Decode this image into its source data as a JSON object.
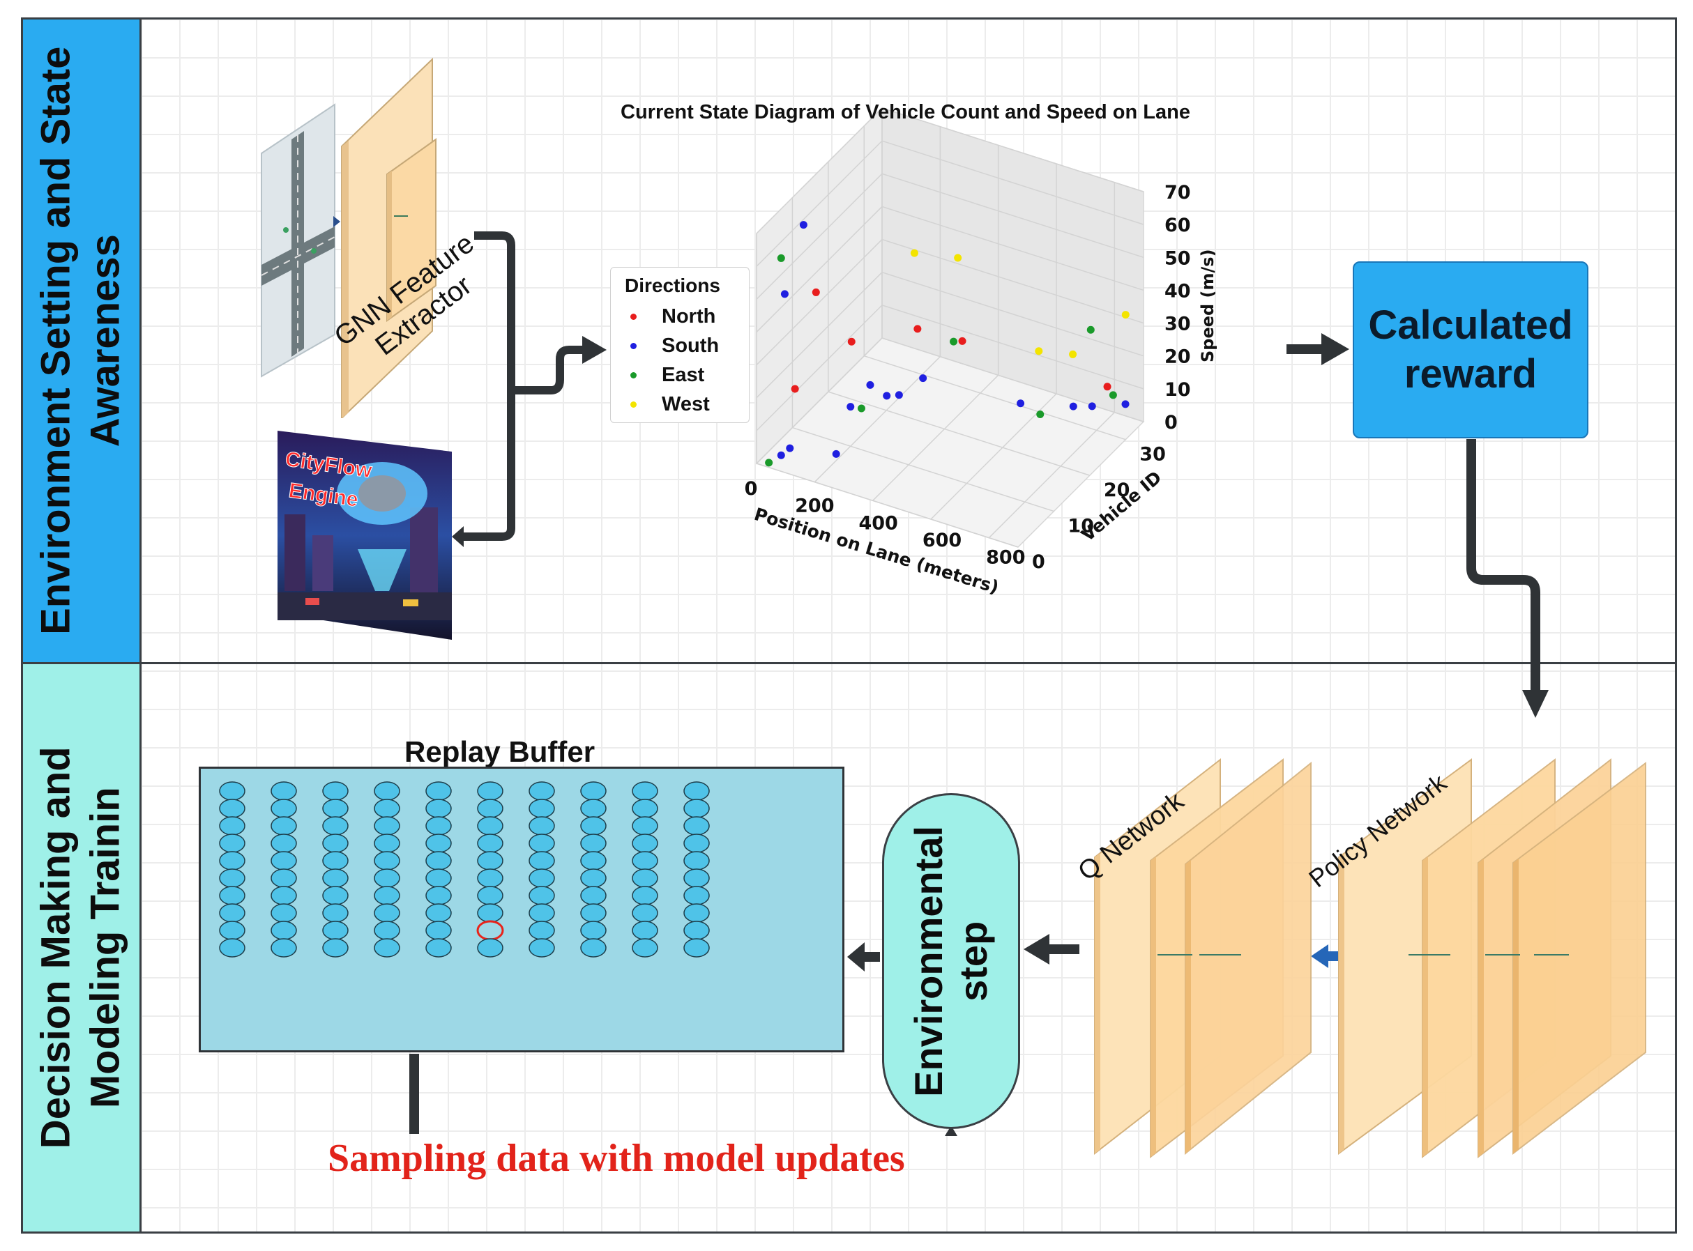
{
  "sections": {
    "top": {
      "label_lines": [
        "Environment Setting and State",
        "Awareness"
      ],
      "color": "#2aabf1"
    },
    "bottom": {
      "label_lines": [
        "Decision Making and",
        "Modeling Trainin"
      ],
      "color": "#9ff0e8"
    }
  },
  "gnn": {
    "label_lines": [
      "GNN Feature",
      "Extractor"
    ]
  },
  "cityflow": {
    "label_lines": [
      "CityFlow",
      "Engine"
    ]
  },
  "reward_box": {
    "lines": [
      "Calculated",
      "reward"
    ]
  },
  "replay_buffer": {
    "title": "Replay Buffer",
    "columns": 10,
    "rows": 10,
    "highlight": {
      "column": 6,
      "row": 9
    }
  },
  "env_step": {
    "lines": [
      "Environmental",
      "step"
    ]
  },
  "q_network": {
    "label": "Q Network"
  },
  "policy_network": {
    "label": "Policy Network"
  },
  "sampling_text": "Sampling data with model updates",
  "chart_data": {
    "type": "scatter3d",
    "title": "Current State Diagram of Vehicle Count and Speed on Lane",
    "xlabel": "Position on Lane (meters)",
    "ylabel": "Vehicle ID",
    "zlabel": "Speed (m/s)",
    "x_ticks": [
      "0",
      "200",
      "400",
      "600",
      "800"
    ],
    "y_ticks": [
      "0",
      "10",
      "20",
      "30"
    ],
    "z_ticks": [
      "0",
      "10",
      "20",
      "30",
      "40",
      "50",
      "60",
      "70"
    ],
    "xlim": [
      0,
      900
    ],
    "ylim": [
      0,
      35
    ],
    "zlim": [
      0,
      70
    ],
    "legend": {
      "title": "Directions",
      "position": "left"
    },
    "series": [
      {
        "name": "North",
        "color": "#e81d1d",
        "points": [
          [
            180,
            2,
            55
          ],
          [
            290,
            3,
            42
          ],
          [
            480,
            6,
            48
          ],
          [
            560,
            12,
            40
          ],
          [
            800,
            33,
            10
          ],
          [
            120,
            1,
            25
          ]
        ]
      },
      {
        "name": "South",
        "color": "#1f1fe0",
        "points": [
          [
            100,
            5,
            70
          ],
          [
            60,
            3,
            50
          ],
          [
            200,
            10,
            12
          ],
          [
            300,
            12,
            16
          ],
          [
            330,
            13,
            16
          ],
          [
            280,
            9,
            22
          ],
          [
            400,
            14,
            22
          ],
          [
            90,
            2,
            5
          ],
          [
            60,
            2,
            2
          ],
          [
            200,
            6,
            2
          ],
          [
            600,
            25,
            8
          ],
          [
            720,
            30,
            5
          ],
          [
            760,
            32,
            4
          ],
          [
            850,
            34,
            5
          ]
        ]
      },
      {
        "name": "East",
        "color": "#1a9a2a",
        "points": [
          [
            60,
            2,
            62
          ],
          [
            530,
            12,
            39
          ],
          [
            250,
            9,
            14
          ],
          [
            30,
            1,
            0
          ],
          [
            680,
            24,
            8
          ],
          [
            820,
            33,
            8
          ],
          [
            780,
            30,
            30
          ]
        ]
      },
      {
        "name": "West",
        "color": "#f3e400",
        "points": [
          [
            420,
            10,
            65
          ],
          [
            520,
            14,
            62
          ],
          [
            700,
            22,
            30
          ],
          [
            780,
            25,
            28
          ],
          [
            900,
            30,
            38
          ]
        ]
      }
    ]
  }
}
